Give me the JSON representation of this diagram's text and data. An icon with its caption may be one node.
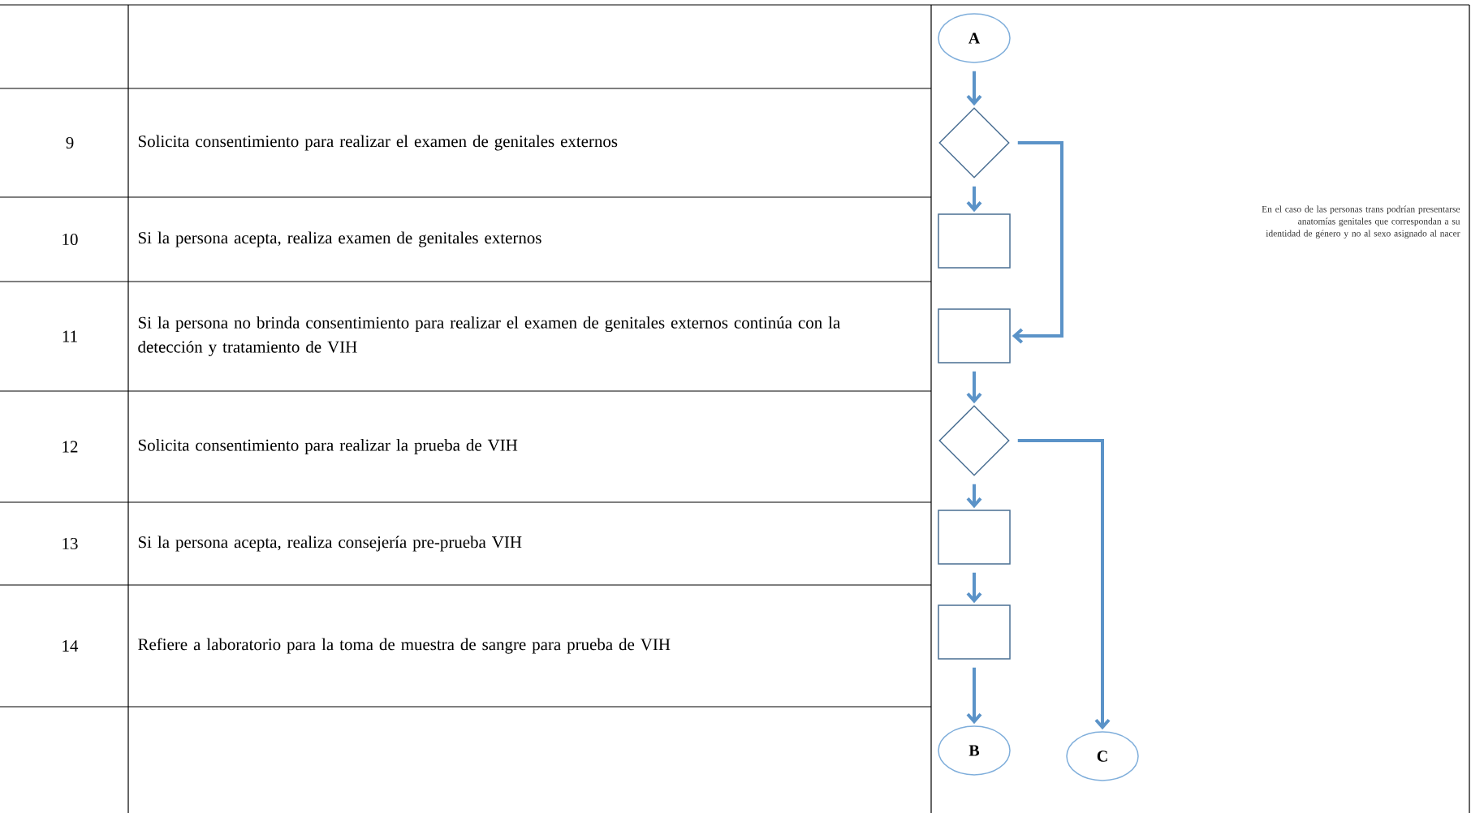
{
  "diagram": {
    "nodes": [
      {
        "text": [
          "A"
        ]
      },
      {
        "text": [],
        "shape": "diamond"
      },
      {
        "text": [],
        "shape": "box"
      },
      {
        "text": [],
        "shape": "box"
      },
      {
        "text": [],
        "shape": "diamond"
      },
      {
        "text": [],
        "shape": "box"
      },
      {
        "text": [],
        "shape": "box"
      },
      {
        "text": [
          "B"
        ]
      },
      {
        "text": [
          "C"
        ]
      }
    ],
    "edges": [
      {
        "from": 0,
        "to": 1,
        "arrow": "to"
      },
      {
        "from": 1,
        "to": 2,
        "arrow": "to"
      },
      {
        "from": 1,
        "to": 3,
        "arrow": "to"
      },
      {
        "from": 3,
        "to": 4,
        "arrow": "to"
      },
      {
        "from": 4,
        "to": 5,
        "arrow": "to"
      },
      {
        "from": 4,
        "to": 8,
        "arrow": "to"
      },
      {
        "from": 5,
        "to": 6,
        "arrow": "to"
      },
      {
        "from": 6,
        "to": 7,
        "arrow": "to"
      }
    ],
    "labels": [
      "9",
      "Solicita consentimiento para realizar el examen de genitales externos",
      "10",
      "Si la persona acepta, realiza examen de genitales externos",
      "11",
      "Si la persona no brinda consentimiento para realizar el examen de genitales externos continúa con la detección y tratamiento de VIH",
      "12",
      "Solicita consentimiento para realizar la prueba de VIH",
      "13",
      "Si la persona acepta, realiza consejería pre-prueba VIH",
      "14",
      "Refiere a laboratorio para la toma de muestra de sangre para prueba de VIH",
      "En el caso de las personas trans podrían presentarse anatomías genitales que correspondan a su identidad de género y no al sexo asignado al nacer"
    ]
  }
}
